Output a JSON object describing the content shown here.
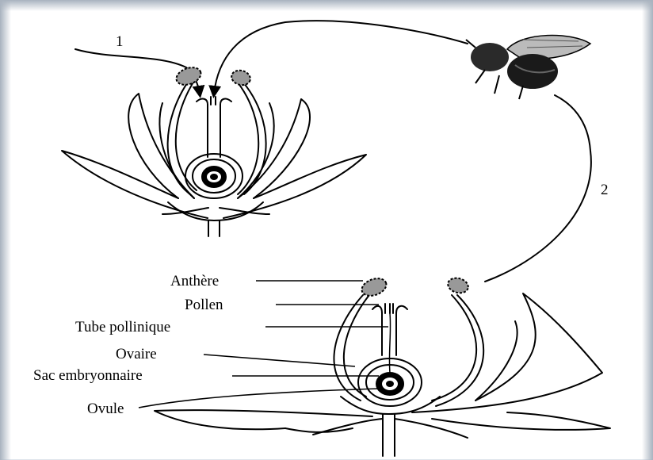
{
  "diagram": {
    "step_1": "1",
    "step_2": "2",
    "labels": {
      "anthere": "Anthère",
      "pollen": "Pollen",
      "tube": "Tube pollinique",
      "ovaire": "Ovaire",
      "sac": "Sac embryonnaire",
      "ovule": "Ovule"
    },
    "insect": "bee-icon"
  }
}
